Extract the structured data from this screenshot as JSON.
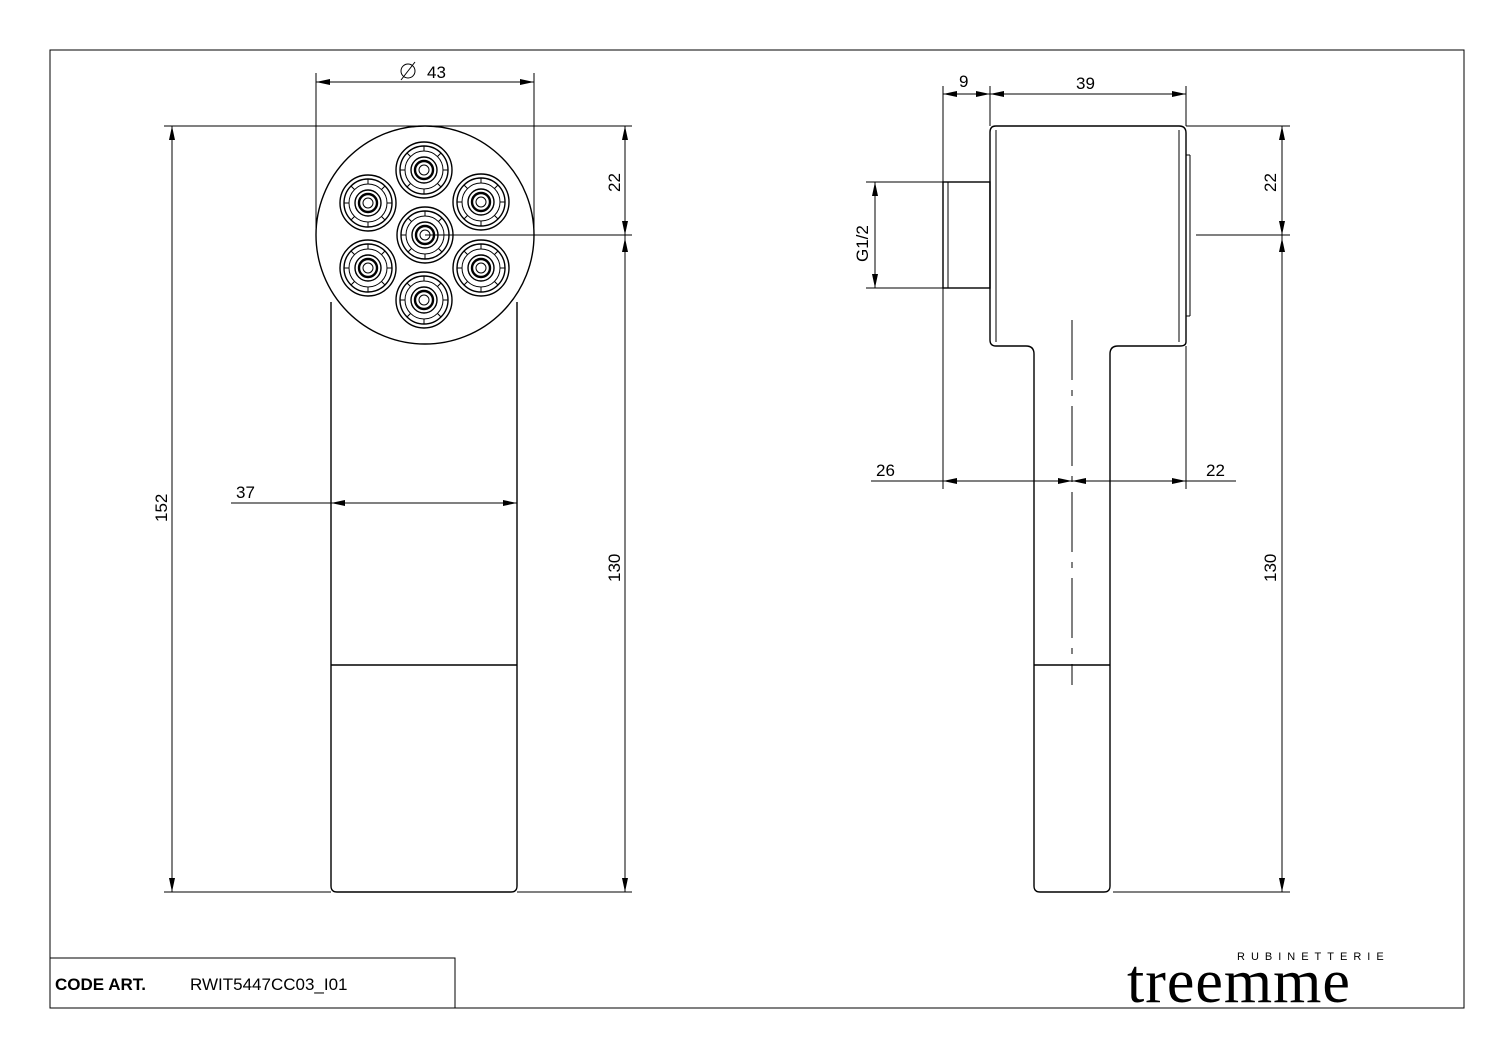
{
  "title_block": {
    "code_label": "CODE ART.",
    "code_value": "RWIT5447CC03_I01"
  },
  "brand": {
    "top": "RUBINETTERIE",
    "main": "treemme"
  },
  "front_view": {
    "dims": {
      "diameter": "43",
      "head_offset": "22",
      "total_height": "152",
      "handle_width": "37",
      "handle_length": "130"
    }
  },
  "side_view": {
    "dims": {
      "connector_length": "9",
      "head_depth": "39",
      "thread": "G1/2",
      "head_offset": "22",
      "left_offset": "26",
      "right_offset": "22",
      "handle_length": "130"
    }
  },
  "nozzle_count": 7
}
